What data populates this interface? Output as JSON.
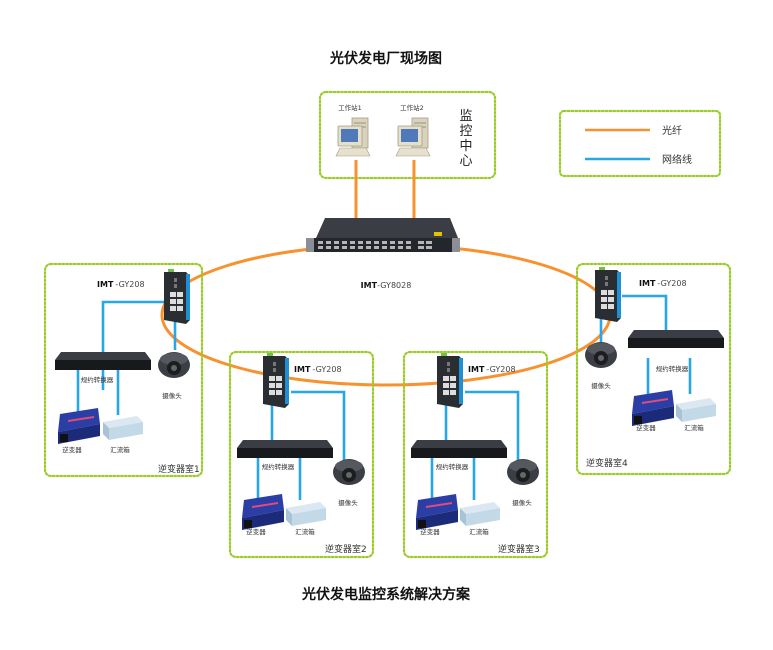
{
  "title_top": "光伏发电厂现场图",
  "title_bottom": "光伏发电监控系统解决方案",
  "monitor_center": {
    "label_chars": [
      "监",
      "控",
      "中",
      "心"
    ],
    "workstations": [
      {
        "label": "工作站1"
      },
      {
        "label": "工作站2"
      }
    ]
  },
  "legend": {
    "items": [
      {
        "label": "光纤",
        "color": "#f7922f"
      },
      {
        "label": "网络线",
        "color": "#27a7e6"
      }
    ]
  },
  "core_switch": {
    "model_prefix": "IMT",
    "model_suffix": "-GY8028"
  },
  "rooms": [
    {
      "name": "逆变器室1",
      "switch_prefix": "IMT",
      "switch_suffix": "-GY208",
      "converter": "规约转换器",
      "camera": "摄像头",
      "inverter": "逆变器",
      "combiner": "汇流箱"
    },
    {
      "name": "逆变器室2",
      "switch_prefix": "IMT",
      "switch_suffix": "-GY208",
      "converter": "规约转换器",
      "camera": "摄像头",
      "inverter": "逆变器",
      "combiner": "汇流箱"
    },
    {
      "name": "逆变器室3",
      "switch_prefix": "IMT",
      "switch_suffix": "-GY208",
      "converter": "规约转换器",
      "camera": "摄像头",
      "inverter": "逆变器",
      "combiner": "汇流箱"
    },
    {
      "name": "逆变器室4",
      "switch_prefix": "IMT",
      "switch_suffix": "-GY208",
      "converter": "规约转换器",
      "camera": "摄像头",
      "inverter": "逆变器",
      "combiner": "汇流箱"
    }
  ],
  "colors": {
    "fiber": "#f7922f",
    "ethernet": "#27a7e6",
    "boundary": "#9ccc2a"
  }
}
